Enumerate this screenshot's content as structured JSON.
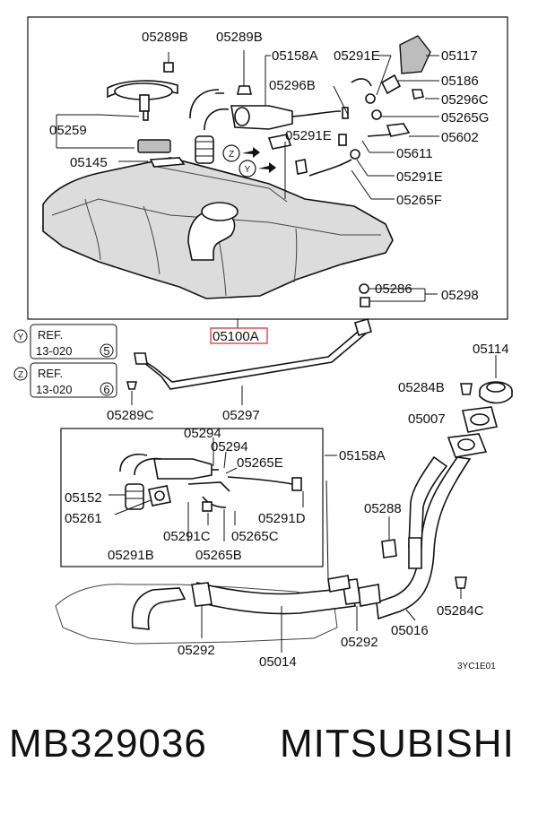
{
  "diagram": {
    "code": "3YC1E01",
    "highlight_color": "#e05050",
    "main_part": "05100A",
    "refs": [
      {
        "circle": "Y",
        "ref": "REF.",
        "page": "13-020",
        "fig": "5"
      },
      {
        "circle": "Z",
        "ref": "REF.",
        "page": "13-020",
        "fig": "6"
      }
    ],
    "labels": {
      "l05289B_a": "05289B",
      "l05289B_b": "05289B",
      "l05158A_top": "05158A",
      "l05291E_top": "05291E",
      "l05117": "05117",
      "l05186": "05186",
      "l05296B": "05296B",
      "l05296C": "05296C",
      "l05265G": "05265G",
      "l05259": "05259",
      "l05291E_mid": "05291E",
      "l05602": "05602",
      "l05611": "05611",
      "l05145": "05145",
      "l05291E_low": "05291E",
      "l05265F": "05265F",
      "l05286": "05286",
      "l05298": "05298",
      "l05100A": "05100A",
      "l05114": "05114",
      "l05284B": "05284B",
      "l05007": "05007",
      "l05289C": "05289C",
      "l05297": "05297",
      "l05294_a": "05294",
      "l05294_b": "05294",
      "l05158A_mid": "05158A",
      "l05265E": "05265E",
      "l05152": "05152",
      "l05261": "05261",
      "l05291D": "05291D",
      "l05291C": "05291C",
      "l05265C": "05265C",
      "l05291B": "05291B",
      "l05265B": "05265B",
      "l05288": "05288",
      "l05284C": "05284C",
      "l05016": "05016",
      "l05292_a": "05292",
      "l05014": "05014",
      "l05292_b": "05292"
    },
    "marker_y": "Y",
    "marker_z": "Z"
  },
  "footer": {
    "part_number": "MB329036",
    "brand": "MITSUBISHI"
  }
}
